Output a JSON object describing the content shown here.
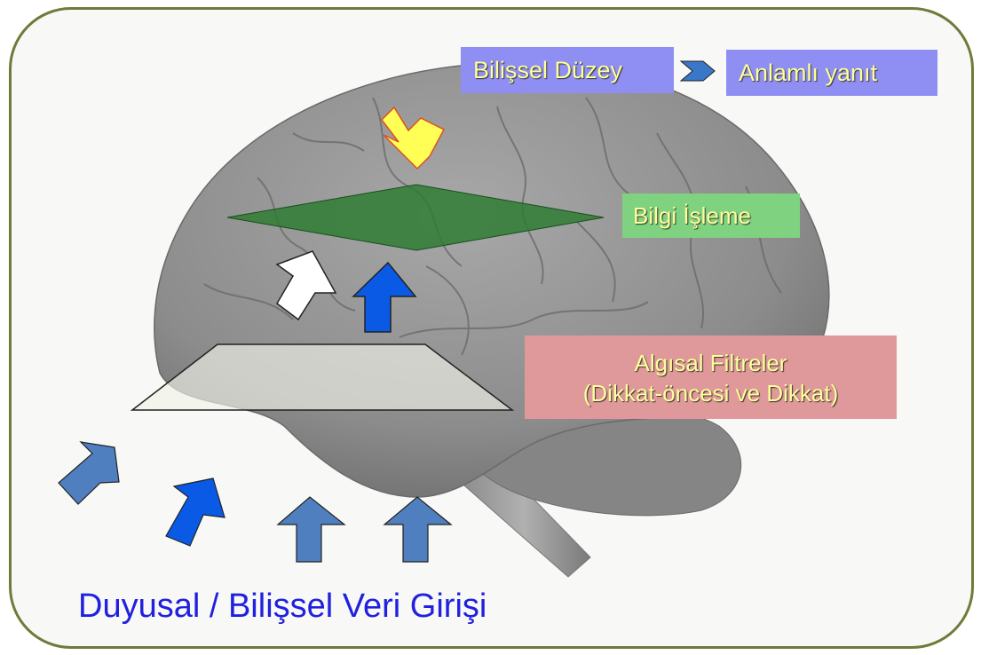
{
  "labels": {
    "cognitive_level": "Bilişsel Düzey",
    "meaningful_response": "Anlamlı yanıt",
    "information_processing": "Bilgi İşleme",
    "perceptual_filters_line1": "Algısal Filtreler",
    "perceptual_filters_line2": "(Dikkat-öncesi ve Dikkat)",
    "sensory_input": "Duyusal / Bilişsel Veri Girişi"
  },
  "colors": {
    "frame_border": "#6e7b3a",
    "label_purple": "#8f8ff3",
    "label_green": "#7fd27f",
    "label_red": "#e0999a",
    "label_text": "#ffff99",
    "input_text": "#2020e0",
    "arrow_steel": "#4f7fbf",
    "arrow_blue": "#0a5ae6",
    "arrow_yellow": "#ffff55",
    "plane_green": "#2e7d32"
  },
  "icons": [
    "brain-illustration",
    "chevron-right-icon",
    "arrow-up-icon"
  ]
}
